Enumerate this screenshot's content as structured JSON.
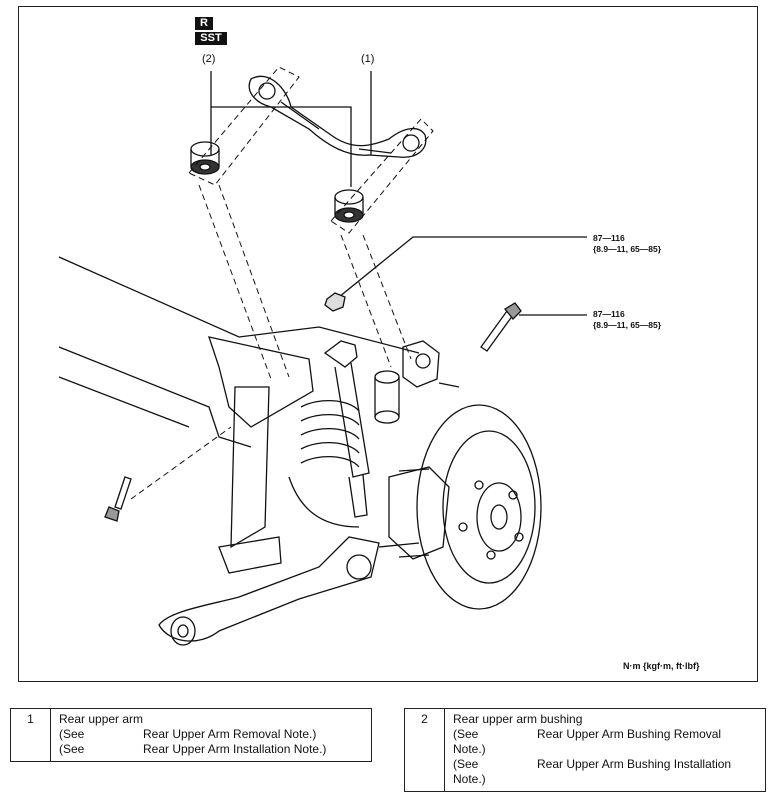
{
  "figure": {
    "badge_r": "R",
    "badge_sst": "SST",
    "callout_2": "(2)",
    "callout_1": "(1)",
    "torque_1": {
      "line1": "87—116",
      "line2": "{8.9—11, 65—85}"
    },
    "torque_2": {
      "line1": "87—116",
      "line2": "{8.9—11, 65—85}"
    },
    "units_note": "N·m {kgf·m, ft·lbf}"
  },
  "table": {
    "items": [
      {
        "num": "1",
        "name": "Rear upper arm",
        "refs": [
          {
            "see": "(See",
            "text": "Rear Upper Arm Removal Note.)"
          },
          {
            "see": "(See",
            "text": "Rear Upper Arm Installation Note.)"
          }
        ]
      },
      {
        "num": "2",
        "name": "Rear upper arm bushing",
        "refs": [
          {
            "see": "(See",
            "text": "Rear Upper Arm Bushing Removal",
            "cont": "Note.)"
          },
          {
            "see": "(See",
            "text": "Rear Upper Arm Bushing Installation",
            "cont": "Note.)"
          }
        ]
      }
    ]
  }
}
